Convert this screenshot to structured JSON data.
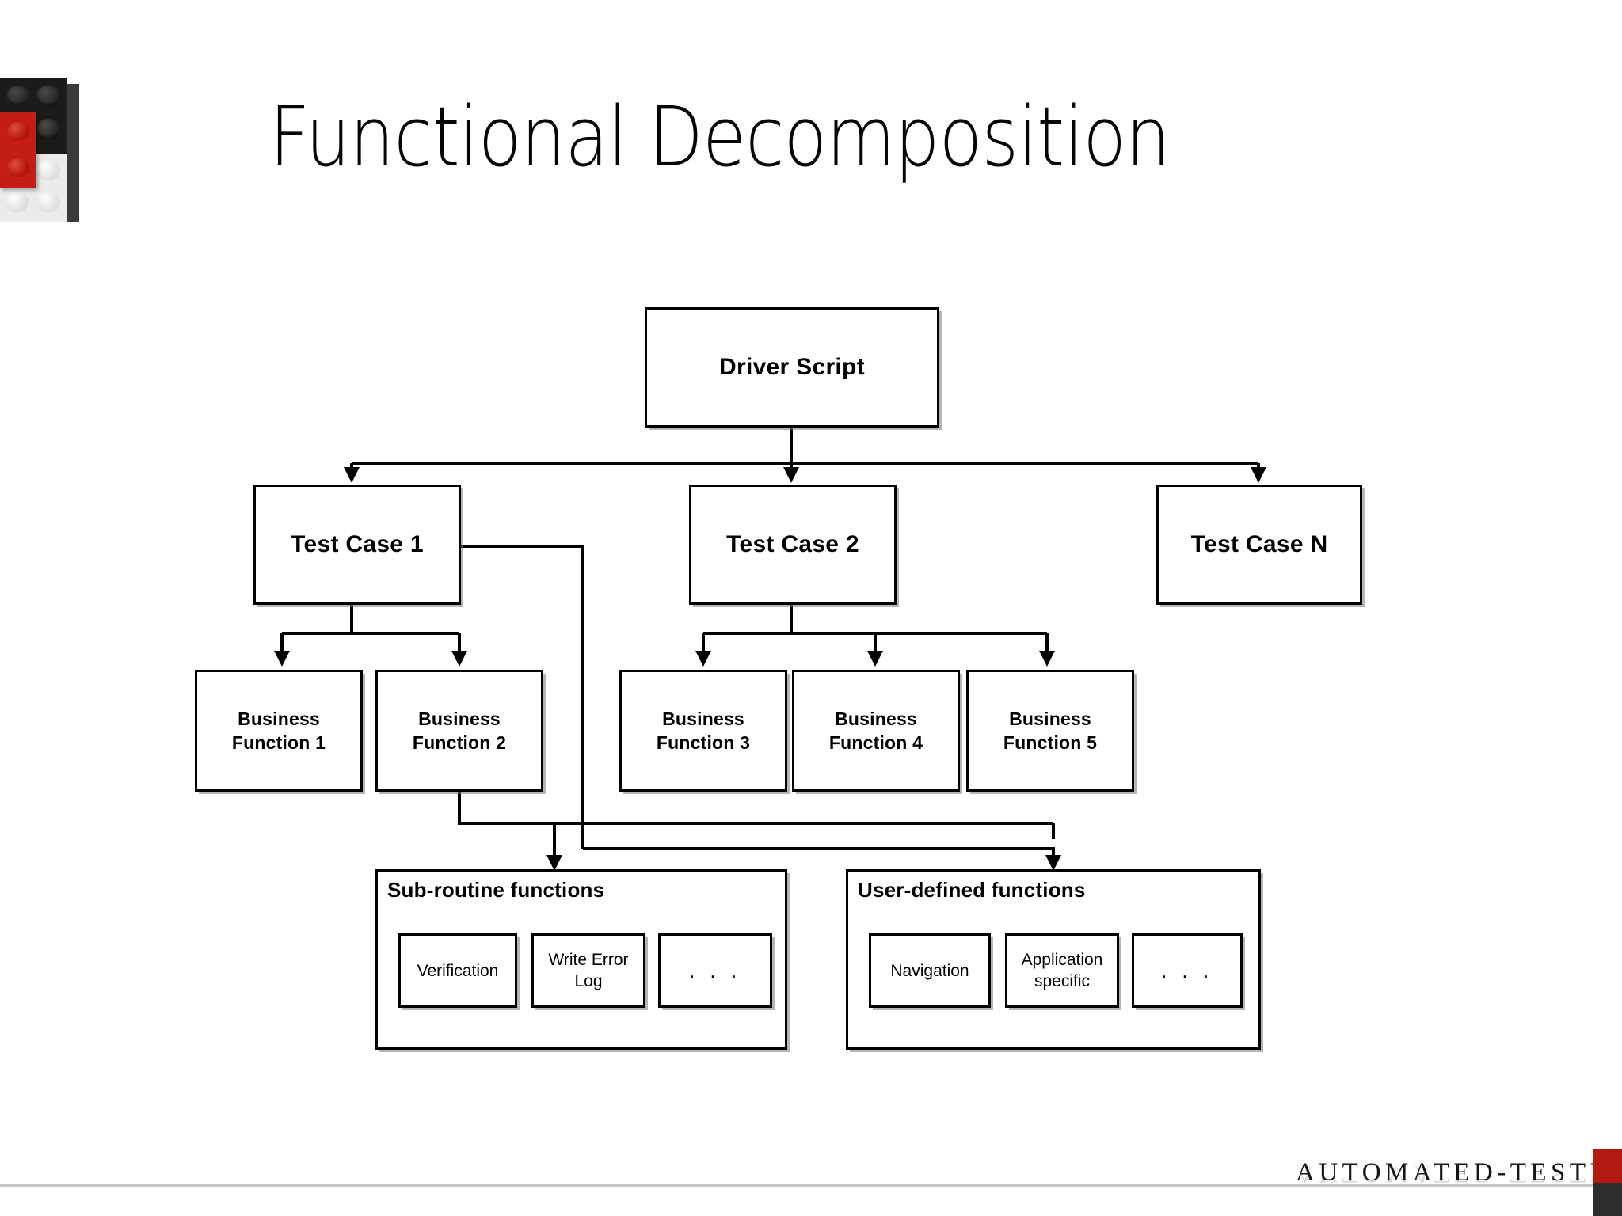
{
  "slide": {
    "title": "Functional Decomposition",
    "background_color": "#ffffff",
    "text_color": "#000000"
  },
  "logo": {
    "name": "lego-bricks-logo",
    "colors": {
      "black": "#1b1b1b",
      "red": "#c41d15",
      "white": "#eceaea"
    }
  },
  "diagram": {
    "type": "tree",
    "root": {
      "label": "Driver Script"
    },
    "test_cases": [
      {
        "label": "Test Case 1"
      },
      {
        "label": "Test Case 2"
      },
      {
        "label": "Test Case N"
      }
    ],
    "business_functions": [
      {
        "label": "Business\nFunction 1",
        "line1": "Business",
        "line2": "Function 1"
      },
      {
        "label": "Business\nFunction 2",
        "line1": "Business",
        "line2": "Function 2"
      },
      {
        "label": "Business\nFunction 3",
        "line1": "Business",
        "line2": "Function 3"
      },
      {
        "label": "Business\nFunction 4",
        "line1": "Business",
        "line2": "Function 4"
      },
      {
        "label": "Business\nFunction 5",
        "line1": "Business",
        "line2": "Function 5"
      }
    ],
    "groups": [
      {
        "title": "Sub-routine functions",
        "items": [
          {
            "line1": "Verification",
            "line2": ""
          },
          {
            "line1": "Write Error",
            "line2": "Log"
          },
          {
            "line1": ". . .",
            "line2": ""
          }
        ]
      },
      {
        "title": "User-defined functions",
        "items": [
          {
            "line1": "Navigation",
            "line2": ""
          },
          {
            "line1": "Application",
            "line2": "specific"
          },
          {
            "line1": ". . .",
            "line2": ""
          }
        ]
      }
    ]
  },
  "footer": {
    "brand": "AUTOMATED-TESTING.INFO",
    "mark_colors": {
      "top": "#b01a12",
      "bottom": "#2e2c2c"
    }
  }
}
